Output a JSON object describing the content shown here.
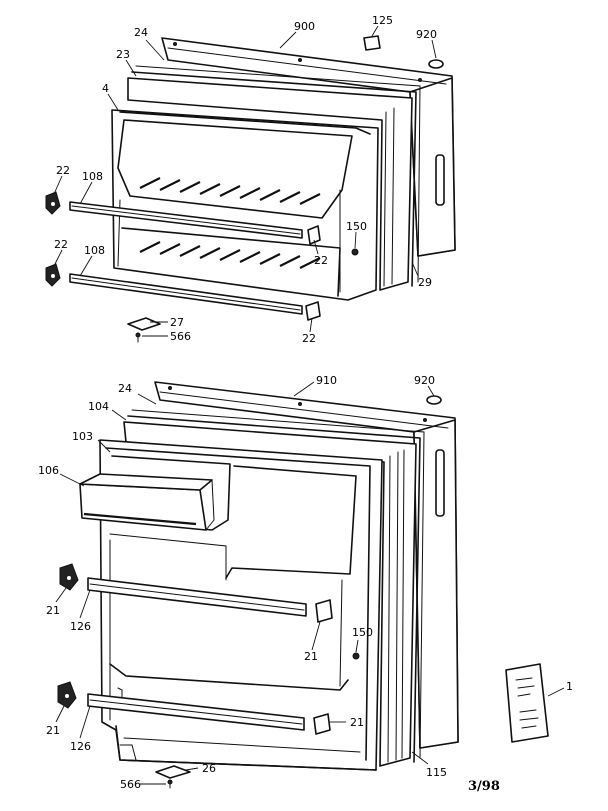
{
  "diagram": {
    "date_code": "3/98",
    "freezer_door": {
      "callouts": {
        "c900": "900",
        "c125": "125",
        "c920": "920",
        "c24": "24",
        "c23": "23",
        "c4": "4",
        "c22a": "22",
        "c108a": "108",
        "c22b": "22",
        "c108b": "108",
        "c150": "150",
        "c22c": "22",
        "c29": "29",
        "c27": "27",
        "c566": "566",
        "c22d": "22"
      }
    },
    "fresh_food_door": {
      "callouts": {
        "c910": "910",
        "c920": "920",
        "c24": "24",
        "c104": "104",
        "c103": "103",
        "c106": "106",
        "c21a": "21",
        "c126a": "126",
        "c150": "150",
        "c21b": "21",
        "c21c": "21",
        "c126b": "126",
        "c21d": "21",
        "c566": "566",
        "c26": "26",
        "c115": "115"
      }
    },
    "manual": {
      "callouts": {
        "c1": "1"
      }
    }
  }
}
